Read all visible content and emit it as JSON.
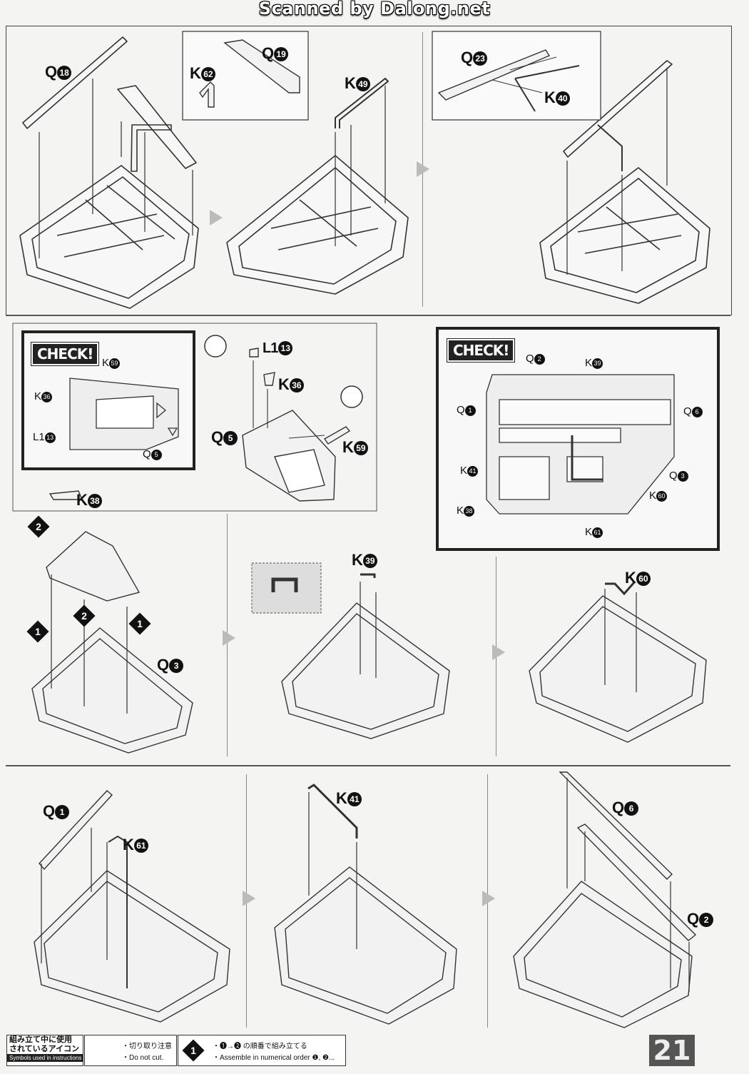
{
  "watermark": "Scanned by Dalong.net",
  "page_number": "21",
  "section1": {
    "step1": {
      "q_label": "Q",
      "q_num": "18"
    },
    "inset_left": {
      "k_label": "K",
      "k_num": "62",
      "q_label": "Q",
      "q_num": "19"
    },
    "step2": {
      "k_label": "K",
      "k_num": "49"
    },
    "inset_right": {
      "q_label": "Q",
      "q_num": "23",
      "k_label": "K",
      "k_num": "40"
    }
  },
  "section2": {
    "check_left": {
      "title": "CHECK!",
      "labels": [
        {
          "l": "K",
          "n": "59"
        },
        {
          "l": "K",
          "n": "36"
        },
        {
          "l": "L1",
          "n": "13"
        },
        {
          "l": "Q",
          "n": "5"
        }
      ]
    },
    "assembly": {
      "l1": {
        "l": "L1",
        "n": "13"
      },
      "k36": {
        "l": "K",
        "n": "36"
      },
      "q5": {
        "l": "Q",
        "n": "5"
      },
      "k59": {
        "l": "K",
        "n": "59"
      }
    },
    "check_right": {
      "title": "CHECK!",
      "labels": [
        {
          "l": "Q",
          "n": "2"
        },
        {
          "l": "K",
          "n": "39"
        },
        {
          "l": "Q",
          "n": "1"
        },
        {
          "l": "Q",
          "n": "6"
        },
        {
          "l": "K",
          "n": "41"
        },
        {
          "l": "Q",
          "n": "3"
        },
        {
          "l": "K",
          "n": "60"
        },
        {
          "l": "K",
          "n": "38"
        },
        {
          "l": "K",
          "n": "61"
        }
      ]
    },
    "step_k38": {
      "l": "K",
      "n": "38"
    },
    "order_marks": [
      "2",
      "2",
      "1",
      "1"
    ],
    "step_q3": {
      "l": "Q",
      "n": "3"
    },
    "step_k39": {
      "l": "K",
      "n": "39"
    },
    "step_k60": {
      "l": "K",
      "n": "60"
    }
  },
  "section3": {
    "step1": {
      "q": {
        "l": "Q",
        "n": "1"
      },
      "k": {
        "l": "K",
        "n": "61"
      }
    },
    "step2": {
      "k": {
        "l": "K",
        "n": "41"
      }
    },
    "step3": {
      "q6": {
        "l": "Q",
        "n": "6"
      },
      "q2": {
        "l": "Q",
        "n": "2"
      }
    }
  },
  "footer": {
    "icons_jp": "組み立て中に使用",
    "icons_jp2": "されているアイコン",
    "icons_en": "Symbols used in instructions",
    "cut_jp": "・切り取り注意",
    "cut_en": "・Do not cut.",
    "order_mark": "1",
    "order_jp": "・❶→❷ の順番で組み立てる",
    "order_en": "・Assemble in numerical order ❶, ❷..."
  }
}
